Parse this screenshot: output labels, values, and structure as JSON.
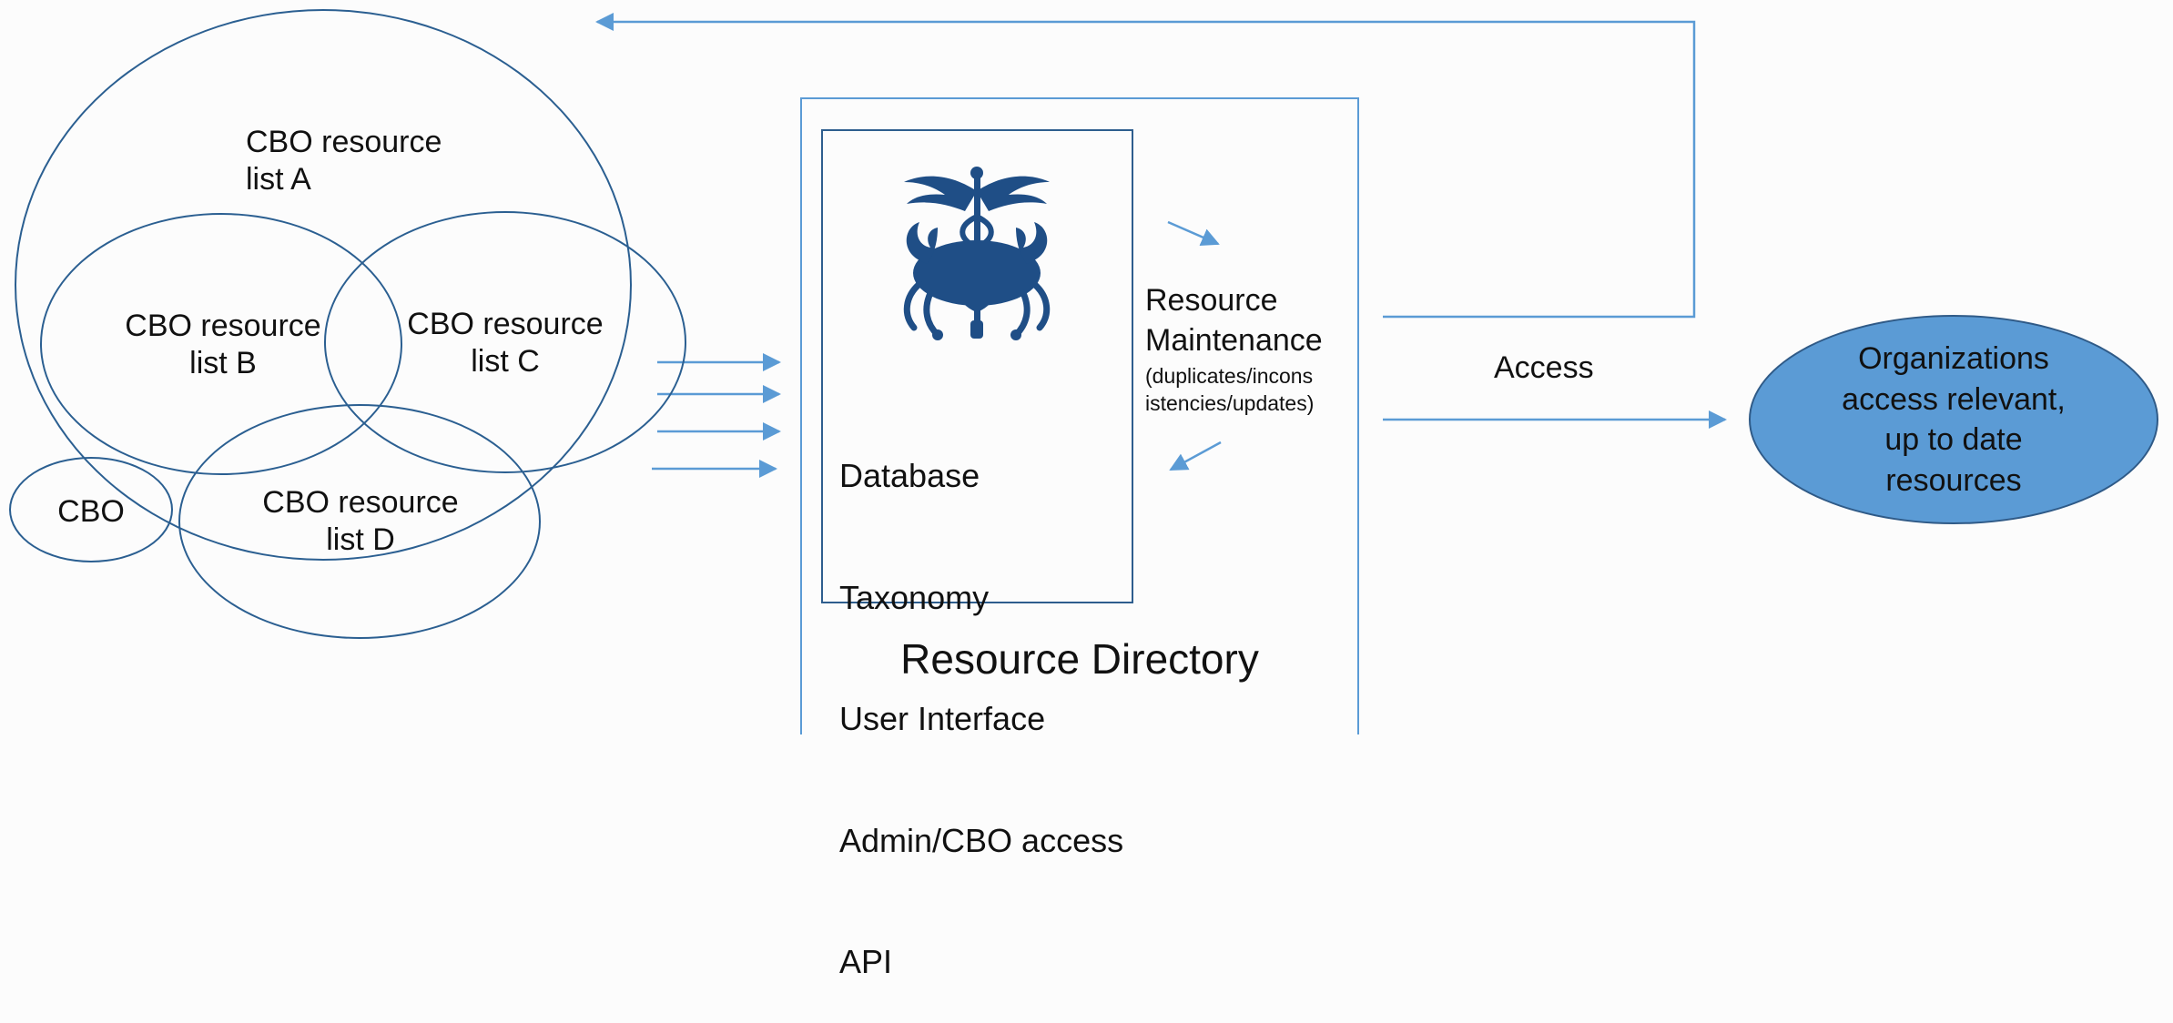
{
  "circles": {
    "list_a": "CBO resource\nlist A",
    "list_b": "CBO resource\nlist B",
    "list_c": "CBO resource\nlist C",
    "list_d": "CBO resource\nlist D",
    "cbo": "CBO"
  },
  "directory": {
    "title": "Resource Directory",
    "features": [
      "Database",
      "Taxonomy",
      "User Interface",
      "Admin/CBO access",
      "API"
    ],
    "logo_icon": "caduceus-crab-icon"
  },
  "maintenance": {
    "title": "Resource\nMaintenance",
    "detail": "(duplicates/incons\nistencies/updates)"
  },
  "access_label": "Access",
  "outcome": "Organizations\naccess relevant,\nup to date\nresources",
  "colors": {
    "circle_stroke": "#2b5f91",
    "arrow": "#5b9bd5",
    "box_stroke": "#5b9bd5",
    "inner_box_stroke": "#2e5e8e",
    "outcome_fill": "#5b9bd5",
    "outcome_stroke": "#2f5a87",
    "logo": "#1f4e86"
  }
}
